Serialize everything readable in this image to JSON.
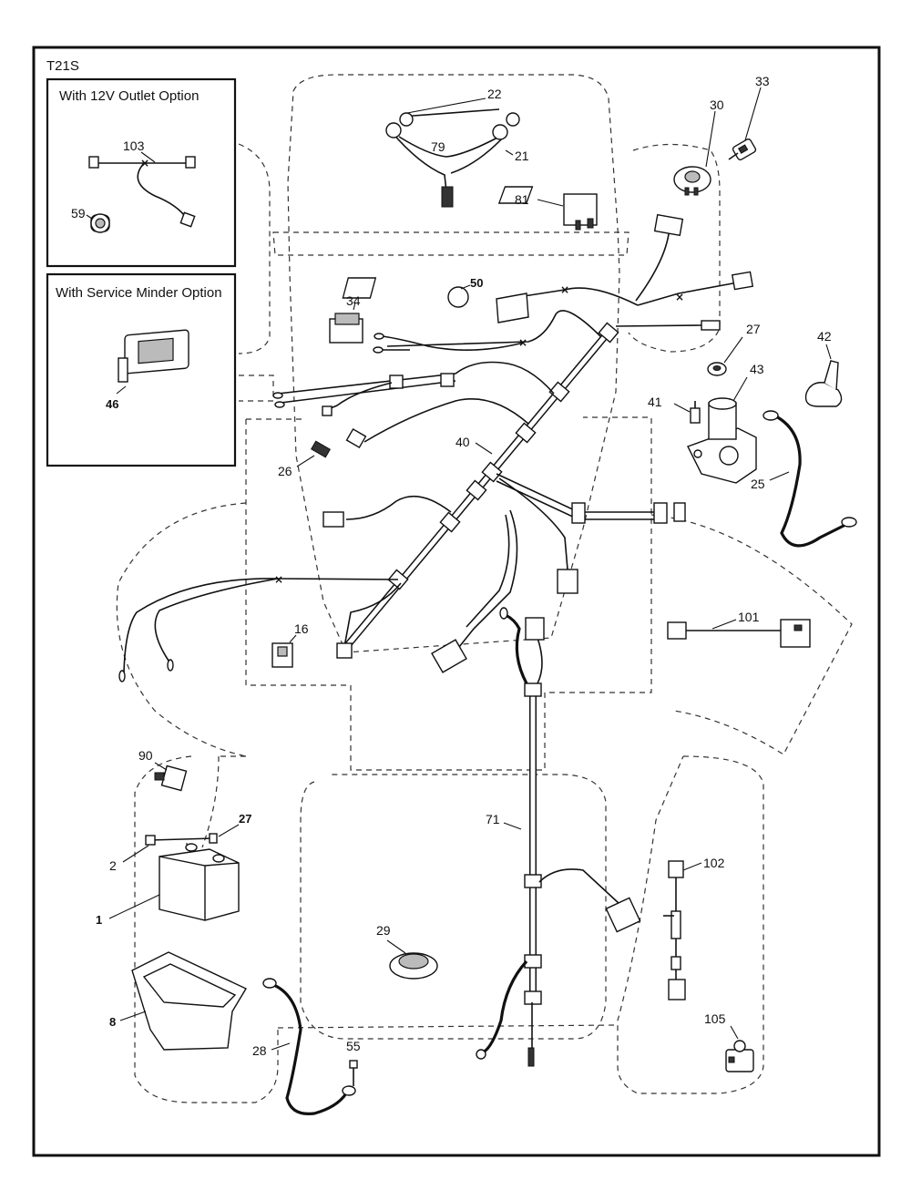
{
  "diagram_code": "T21S",
  "option_boxes": {
    "outlet": "With 12V Outlet Option",
    "minder": "With Service Minder Option"
  },
  "callouts": {
    "p1": "1",
    "p2": "2",
    "p8": "8",
    "p16": "16",
    "p21": "21",
    "p22": "22",
    "p25": "25",
    "p26": "26",
    "p27a": "27",
    "p27b": "27",
    "p28": "28",
    "p29": "29",
    "p30": "30",
    "p33": "33",
    "p34": "34",
    "p40": "40",
    "p41": "41",
    "p42": "42",
    "p43": "43",
    "p46": "46",
    "p50": "50",
    "p55": "55",
    "p59": "59",
    "p71": "71",
    "p79": "79",
    "p81": "81",
    "p90": "90",
    "p101": "101",
    "p102": "102",
    "p103": "103",
    "p105": "105"
  },
  "icons": {
    "wire_junction": "x-mark"
  }
}
